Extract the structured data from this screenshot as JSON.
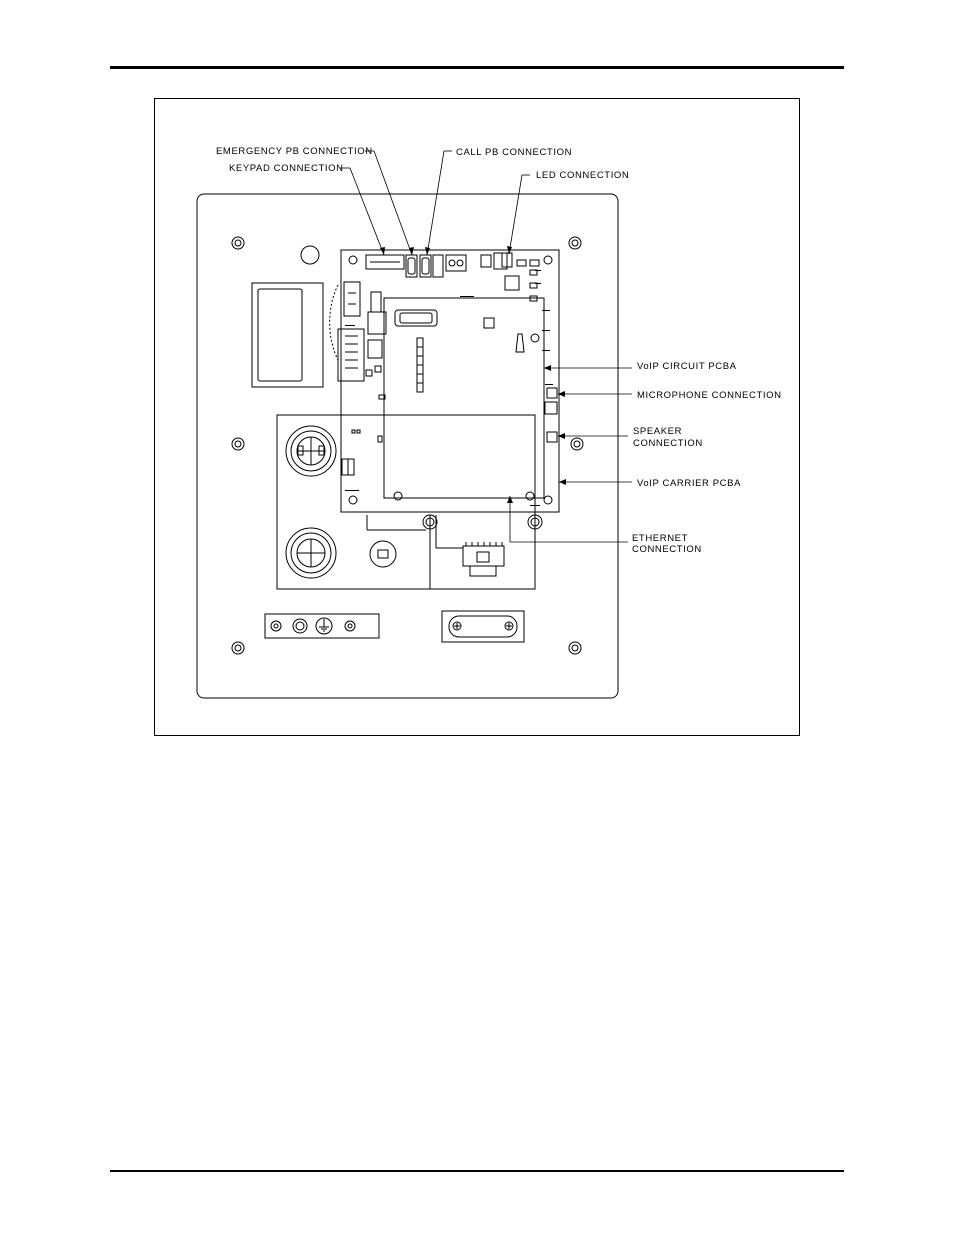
{
  "labels": {
    "emergency_pb": "EMERGENCY PB CONNECTION",
    "keypad": "KEYPAD CONNECTION",
    "call_pb": "CALL PB CONNECTION",
    "led": "LED CONNECTION",
    "voip_circuit": "VoIP CIRCUIT PCBA",
    "microphone": "MICROPHONE CONNECTION",
    "speaker_line1": "SPEAKER",
    "speaker_line2": "CONNECTION",
    "voip_carrier": "VoIP CARRIER PCBA",
    "ethernet_line1": "ETHERNET",
    "ethernet_line2": "CONNECTION"
  }
}
